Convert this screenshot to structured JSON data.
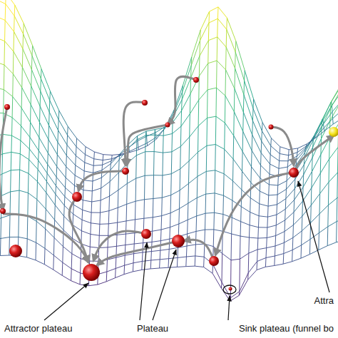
{
  "diagram": {
    "labels": [
      "Attractor plateau",
      "Plateau",
      "Sink plateau (funnel bo",
      "Attra"
    ]
  }
}
